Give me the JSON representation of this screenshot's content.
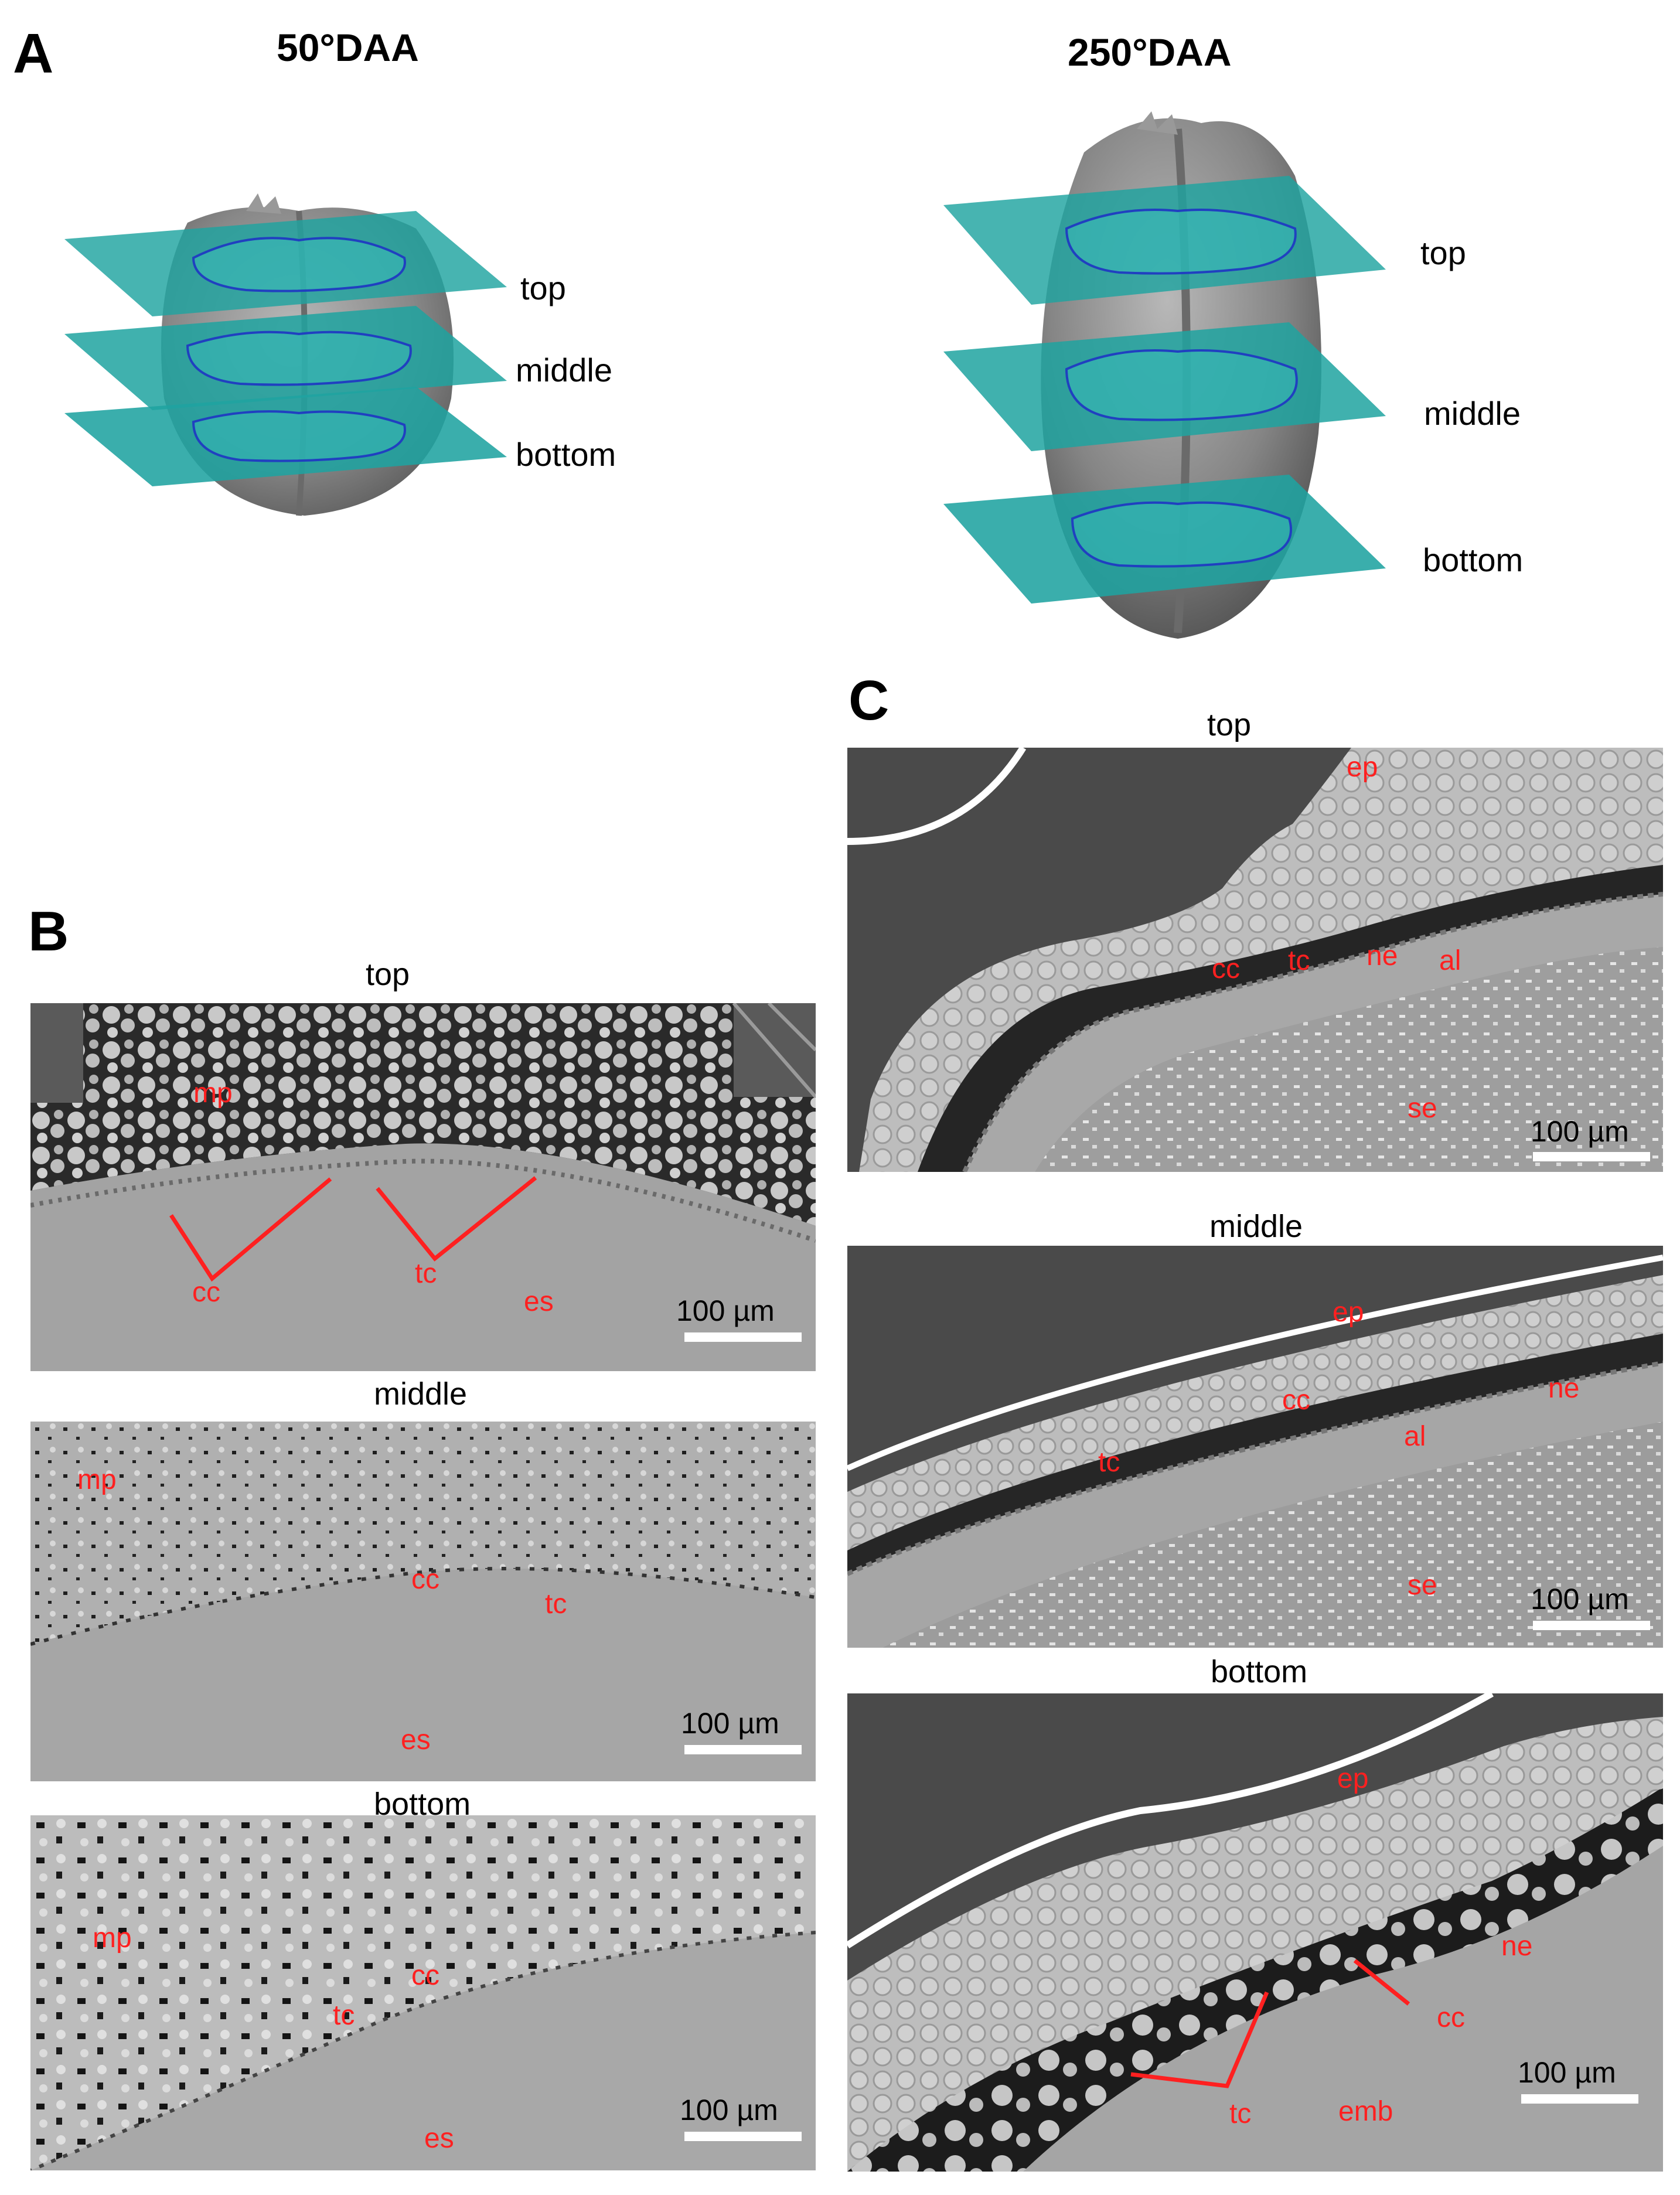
{
  "panels": {
    "a": {
      "letter": "A",
      "left_title": "50°DAA",
      "right_title": "250°DAA",
      "planes": [
        "top",
        "middle",
        "bottom"
      ]
    },
    "b": {
      "letter": "B"
    },
    "c": {
      "letter": "C"
    }
  },
  "section_titles": {
    "top": "top",
    "middle": "middle",
    "bottom": "bottom"
  },
  "scale_label": "100 µm",
  "tissue_labels": {
    "mp": "mp",
    "cc": "cc",
    "tc": "tc",
    "es": "es",
    "ep": "ep",
    "ne": "ne",
    "al": "al",
    "se": "se",
    "emb": "emb"
  },
  "colors": {
    "label": "#ff2020",
    "plane": "#1fa3a0",
    "outline": "#2040c0"
  }
}
